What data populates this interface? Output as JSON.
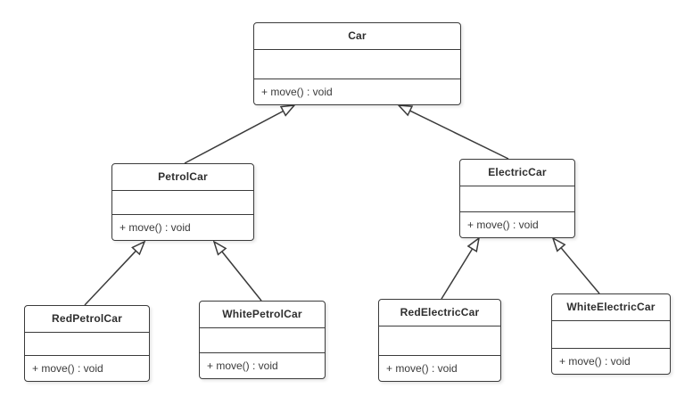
{
  "diagram": {
    "type": "uml-class-diagram",
    "colors": {
      "stroke": "#3b3b3b",
      "box_fill": "#ffffff",
      "background": "#ffffff",
      "text": "#2e2e2e"
    },
    "classes": [
      {
        "name": "Car",
        "attributes": "",
        "method": "+ move() : void"
      },
      {
        "name": "PetrolCar",
        "attributes": "",
        "method": "+ move() : void"
      },
      {
        "name": "ElectricCar",
        "attributes": "",
        "method": "+ move() : void"
      },
      {
        "name": "RedPetrolCar",
        "attributes": "",
        "method": "+ move() : void"
      },
      {
        "name": "WhitePetrolCar",
        "attributes": "",
        "method": "+ move() : void"
      },
      {
        "name": "RedElectricCar",
        "attributes": "",
        "method": "+ move() : void"
      },
      {
        "name": "WhiteElectricCar",
        "attributes": "",
        "method": "+ move() : void"
      }
    ],
    "relations": [
      {
        "from": "PetrolCar",
        "to": "Car",
        "type": "generalization"
      },
      {
        "from": "ElectricCar",
        "to": "Car",
        "type": "generalization"
      },
      {
        "from": "RedPetrolCar",
        "to": "PetrolCar",
        "type": "generalization"
      },
      {
        "from": "WhitePetrolCar",
        "to": "PetrolCar",
        "type": "generalization"
      },
      {
        "from": "RedElectricCar",
        "to": "ElectricCar",
        "type": "generalization"
      },
      {
        "from": "WhiteElectricCar",
        "to": "ElectricCar",
        "type": "generalization"
      }
    ]
  }
}
